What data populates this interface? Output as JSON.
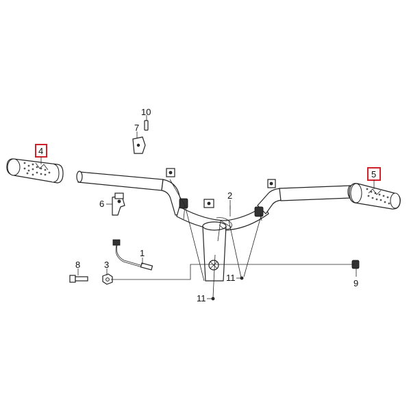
{
  "diagram": {
    "callouts": [
      {
        "id": "c1",
        "label": "1"
      },
      {
        "id": "c2",
        "label": "2"
      },
      {
        "id": "c3",
        "label": "3"
      },
      {
        "id": "c4",
        "label": "4",
        "highlight": true
      },
      {
        "id": "c5",
        "label": "5",
        "highlight": true
      },
      {
        "id": "c6",
        "label": "6"
      },
      {
        "id": "c7",
        "label": "7"
      },
      {
        "id": "c8",
        "label": "8"
      },
      {
        "id": "c9",
        "label": "9"
      },
      {
        "id": "c10",
        "label": "10"
      },
      {
        "id": "c11a",
        "label": "11"
      },
      {
        "id": "c11b",
        "label": "11"
      }
    ],
    "highlight_color": "#d0202a"
  }
}
